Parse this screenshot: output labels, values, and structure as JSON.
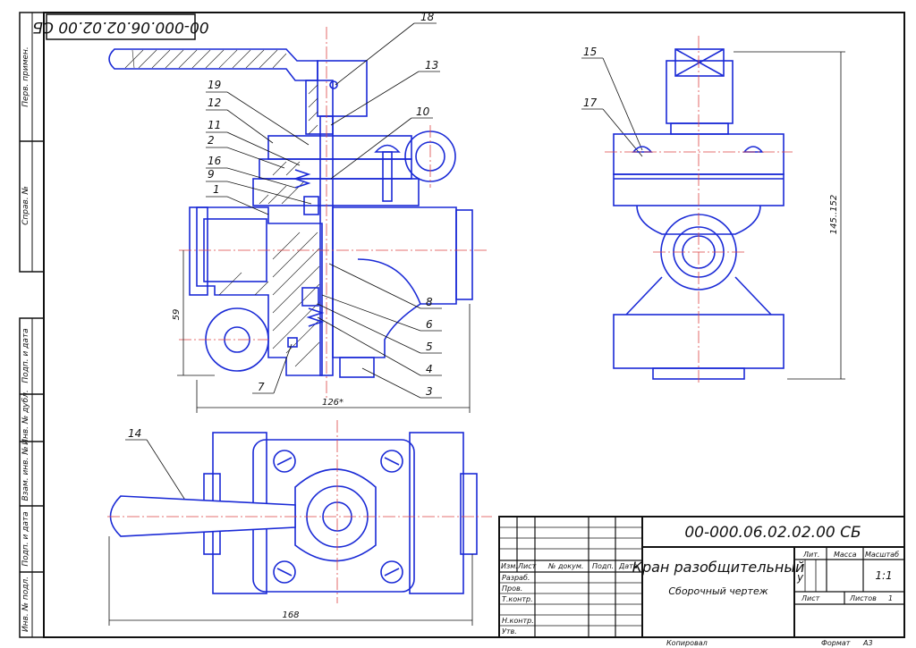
{
  "doc_code_rotated": "00-000.06.02.02.00 СБ",
  "side_strip": [
    "Перв. примен.",
    "Справ. №",
    "Подп. и дата",
    "Инв. № дубл.",
    "Взам. инв. №",
    "Подп. и дата",
    "Инв. № подл."
  ],
  "leaders": [
    "18",
    "13",
    "19",
    "12",
    "10",
    "11",
    "2",
    "16",
    "9",
    "1",
    "8",
    "6",
    "5",
    "4",
    "3",
    "7",
    "15",
    "17",
    "14"
  ],
  "dimensions": {
    "width_front": "126*",
    "height_front": "59",
    "height_side": "145..152",
    "width_top": "168"
  },
  "title_block": {
    "code": "00-000.06.02.02.00 СБ",
    "name": "Кран разобщительный",
    "doc_type": "Сборочный чертеж",
    "col_izm": "Изм.",
    "col_list": "Лист",
    "col_doc": "№ докум.",
    "col_sign": "Подп.",
    "col_date": "Дата",
    "role_razrab": "Разраб.",
    "role_prov": "Пров.",
    "role_tkontr": "Т.контр.",
    "role_nkontr": "Н.контр.",
    "role_utv": "Утв.",
    "lit_label": "Лит.",
    "mass_label": "Масса",
    "scale_label": "Масштаб",
    "lit_value": "у",
    "scale_value": "1:1",
    "sheet_label": "Лист",
    "sheets_label": "Листов",
    "sheets_value": "1",
    "copied": "Копировал",
    "format": "Формат",
    "format_value": "А3"
  }
}
